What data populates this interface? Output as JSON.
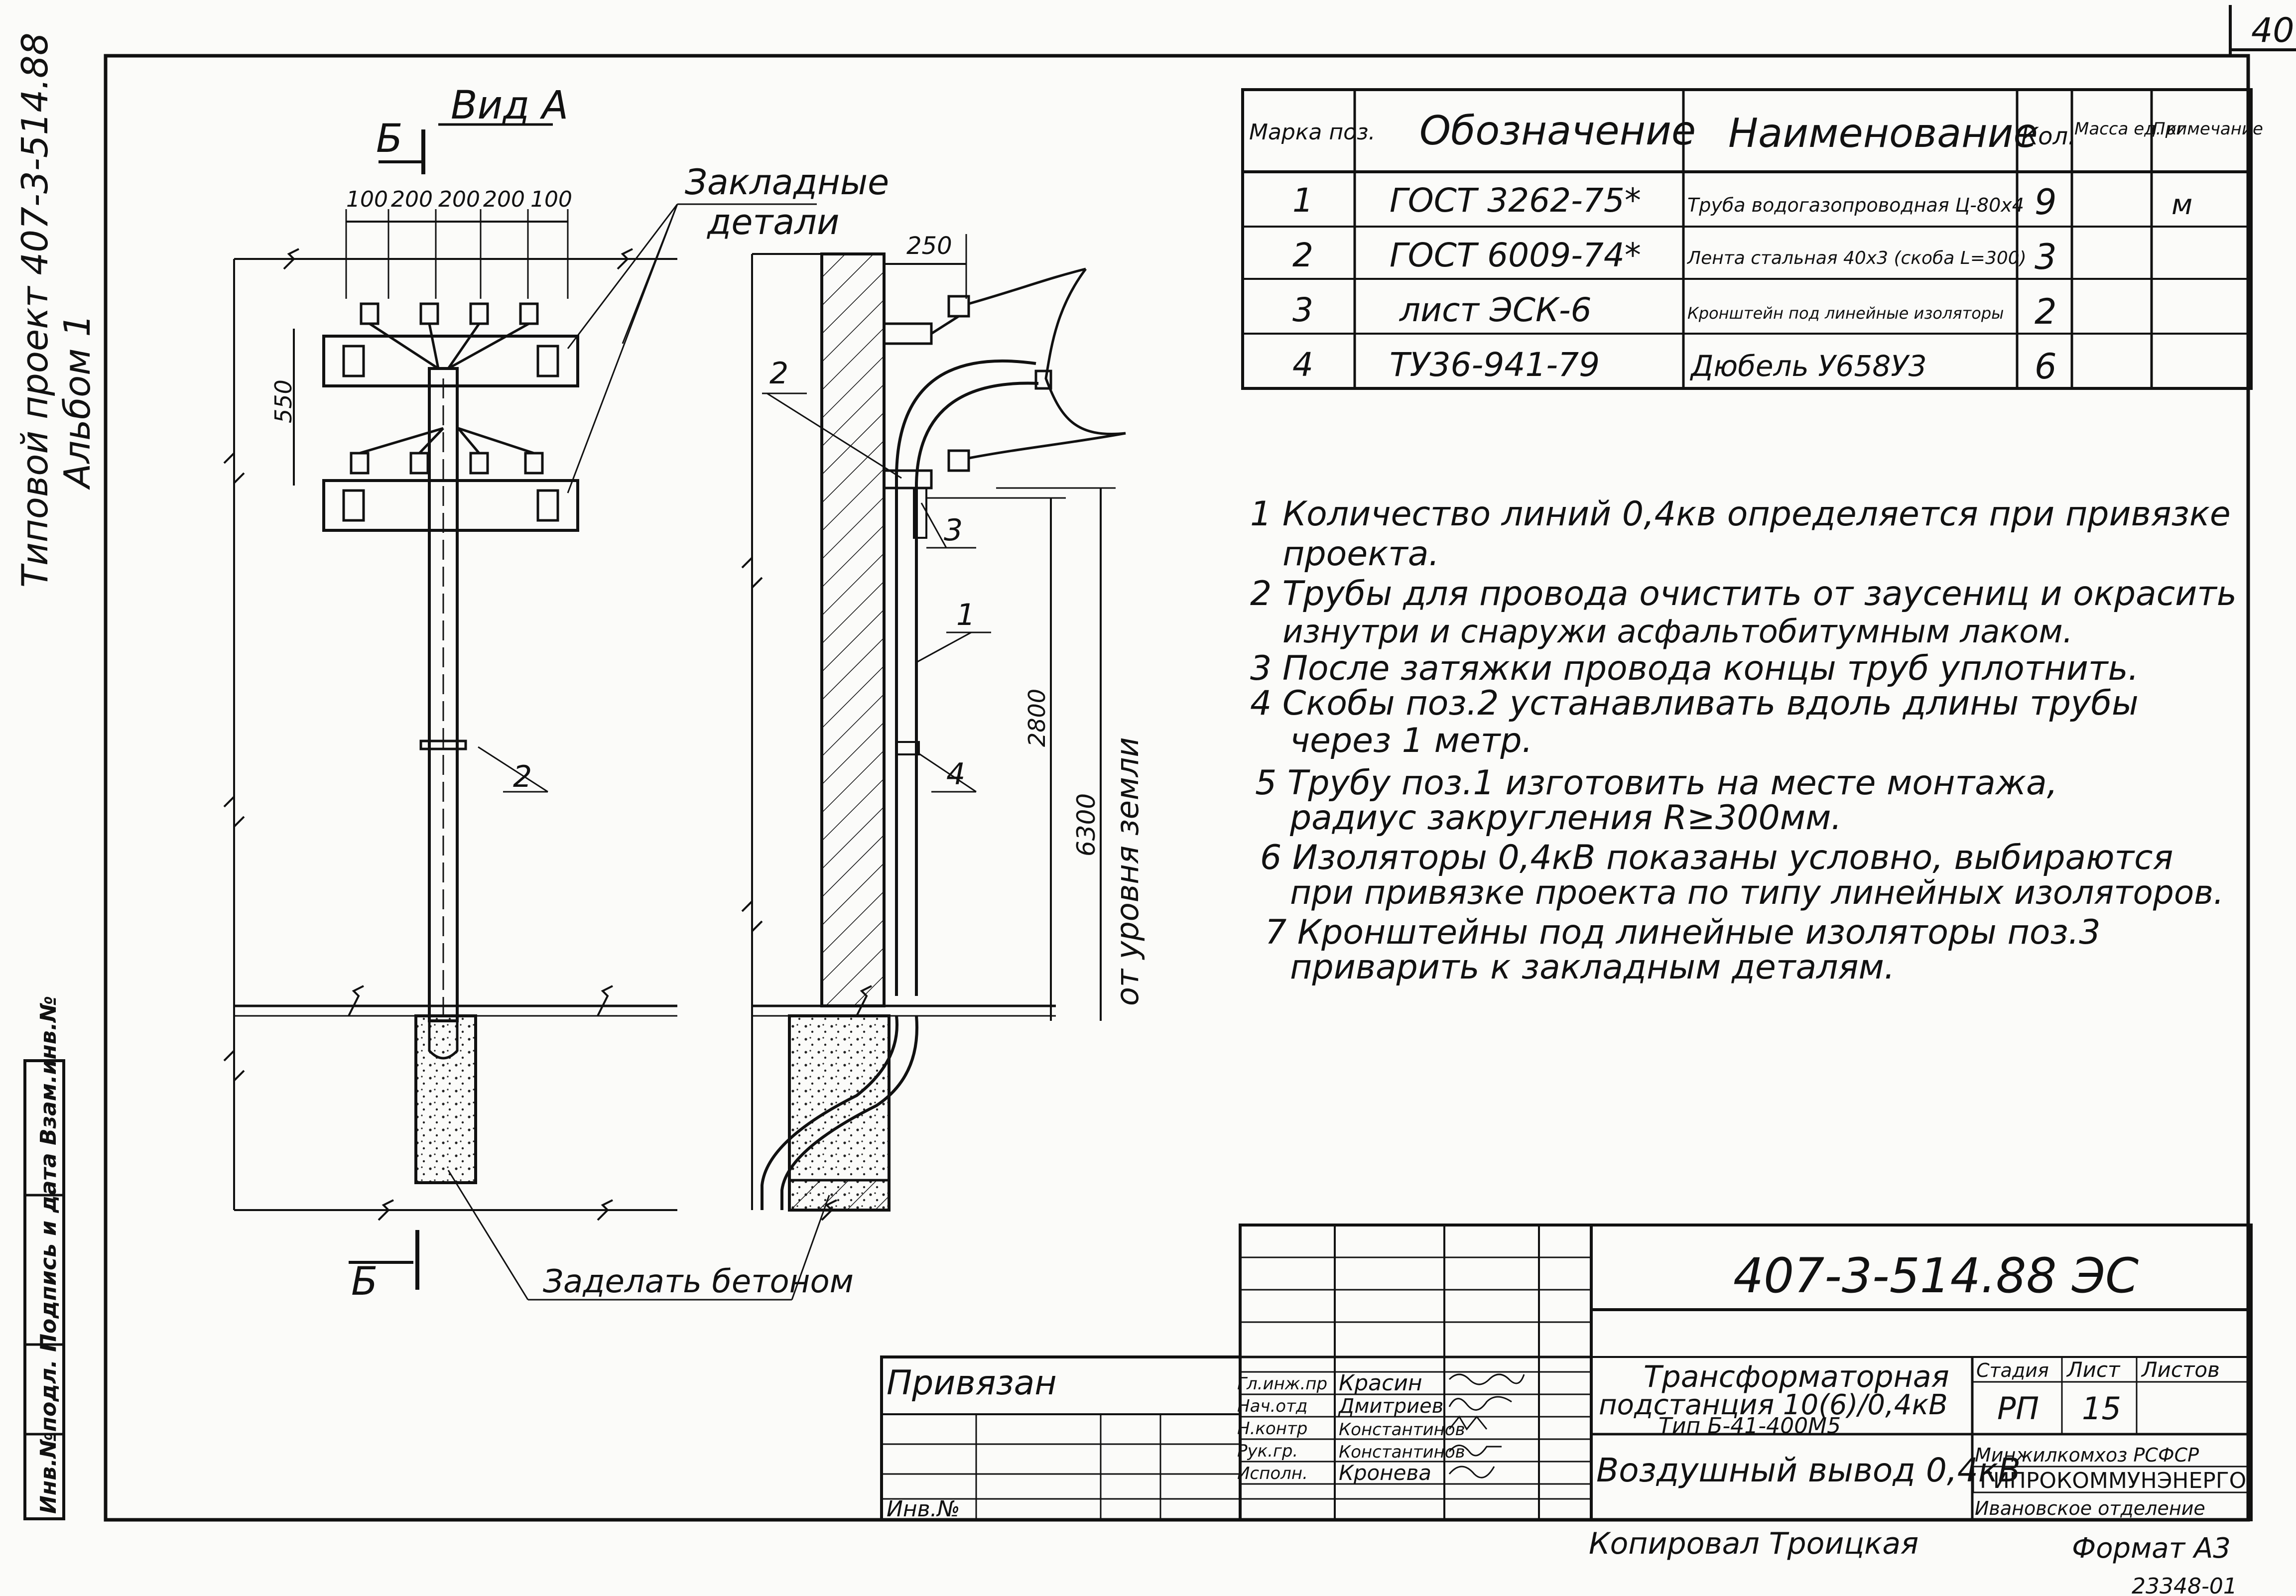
{
  "sheet": {
    "page_number": "40",
    "side_title_line1": "Типовой проект 407-3-514.88",
    "side_title_line2": "Альбом 1",
    "side_stamp": "Инв.№подл. Подпись и дата Взам.инв.№",
    "copied_by": "Копировал Троицкая",
    "format": "Формат А3",
    "bottom_number": "23348-01"
  },
  "drawing": {
    "view_a_label": "Вид А",
    "section_b_top": "Б",
    "section_b_bottom": "Б",
    "embedded_parts_line1": "Закладные",
    "embedded_parts_line2": "детали",
    "dims_top": [
      "100",
      "200",
      "200",
      "200",
      "100"
    ],
    "dim_550": "550",
    "dim_250": "250",
    "dim_2800": "2800",
    "dim_6300": "6300",
    "ground_level_text": "от уровня земли",
    "concrete_note": "Заделать бетоном",
    "pos_callouts": [
      "2",
      "2",
      "3",
      "1",
      "4"
    ]
  },
  "spec_table": {
    "headers": [
      "Марка поз.",
      "Обозначение",
      "Наименование",
      "Кол.",
      "Масса ед. кг",
      "Примечание"
    ],
    "rows": [
      [
        "1",
        "ГОСТ 3262-75*",
        "Труба водогазопроводная Ц-80х4",
        "9",
        "",
        "м"
      ],
      [
        "2",
        "ГОСТ 6009-74*",
        "Лента стальная 40х3 (скоба L=300)",
        "3",
        "",
        ""
      ],
      [
        "3",
        "лист ЭСК-6",
        "Кронштейн под линейные изоляторы",
        "2",
        "",
        ""
      ],
      [
        "4",
        "ТУ36-941-79",
        "Дюбель У658У3",
        "6",
        "",
        ""
      ]
    ]
  },
  "notes": [
    "1 Количество линий 0,4кв определяется при привязке",
    "проекта.",
    "2 Трубы для провода очистить от заусениц и окрасить",
    "изнутри и снаружи асфальтобитумным лаком.",
    "3 После затяжки провода концы труб уплотнить.",
    "4 Скобы поз.2 устанавливать вдоль длины трубы",
    "через 1 метр.",
    "5 Трубу поз.1 изготовить на месте монтажа,",
    "радиус закругления R≥300мм.",
    "6 Изоляторы 0,4кВ показаны условно, выбираются",
    "при привязке проекта по типу линейных изоляторов.",
    "7 Кронштейны под линейные изоляторы поз.3",
    "приварить к закладным деталям."
  ],
  "title_block": {
    "doc_code": "407-3-514.88 ЭС",
    "privyazan": "Привязан",
    "inv_no": "Инв.№",
    "signers": [
      {
        "role": "Гл.инж.пр",
        "name": "Красин"
      },
      {
        "role": "Нач.отд",
        "name": "Дмитриев"
      },
      {
        "role": "Н.контр",
        "name": "Константинов"
      },
      {
        "role": "Рук.гр.",
        "name": "Константинов"
      },
      {
        "role": "Исполн.",
        "name": "Кронева"
      }
    ],
    "object_line1": "Трансформаторная",
    "object_line2": "подстанция 10(6)/0,4кВ",
    "object_line3": "Тип Б-41-400М5",
    "sheet_title": "Воздушный вывод 0,4кВ",
    "stage_label": "Стадия",
    "sheet_label": "Лист",
    "sheets_label": "Листов",
    "stage": "РП",
    "sheet_no": "15",
    "sheets_total": "",
    "org_line1": "Минжилкомхоз РСФСР",
    "org_line2": "ГИПРОКОММУНЭНЕРГО",
    "org_line3": "Ивановское отделение"
  }
}
